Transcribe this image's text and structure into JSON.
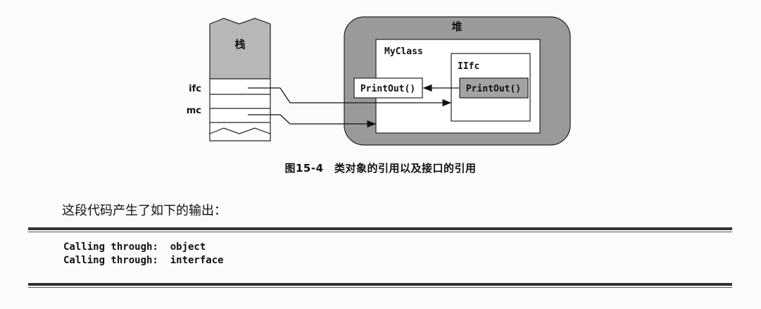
{
  "figure": {
    "stack_label": "栈",
    "heap_label": "堆",
    "myclass_label": "MyClass",
    "iifc_label": "IIfc",
    "printout_left": "PrintOut()",
    "printout_right": "PrintOut()",
    "ifc_label": "ifc",
    "mc_label": "mc",
    "caption": "图15-4　类对象的引用以及接口的引用"
  },
  "text": {
    "intro": "这段代码产生了如下的输出："
  },
  "output_lines": [
    "Calling through:  object",
    "Calling through:  interface"
  ]
}
